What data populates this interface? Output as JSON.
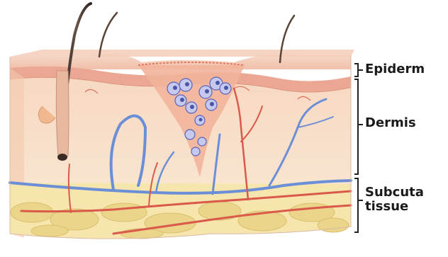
{
  "labels": {
    "epidermis": "Epiderm",
    "dermis": "Dermis",
    "subcutaneous_line1": "Subcuta",
    "subcutaneous_line2": "tissue"
  },
  "colors": {
    "epidermis": "#e8a28e",
    "dermis": "#f7d8bf",
    "subcutaneous": "#f4e3a4",
    "fat": "#ecd98a",
    "vein": "#6b8fd6",
    "artery": "#d95a4a",
    "hair": "#4a3a30",
    "cells": "#b7bde8",
    "bracket": "#222222"
  }
}
